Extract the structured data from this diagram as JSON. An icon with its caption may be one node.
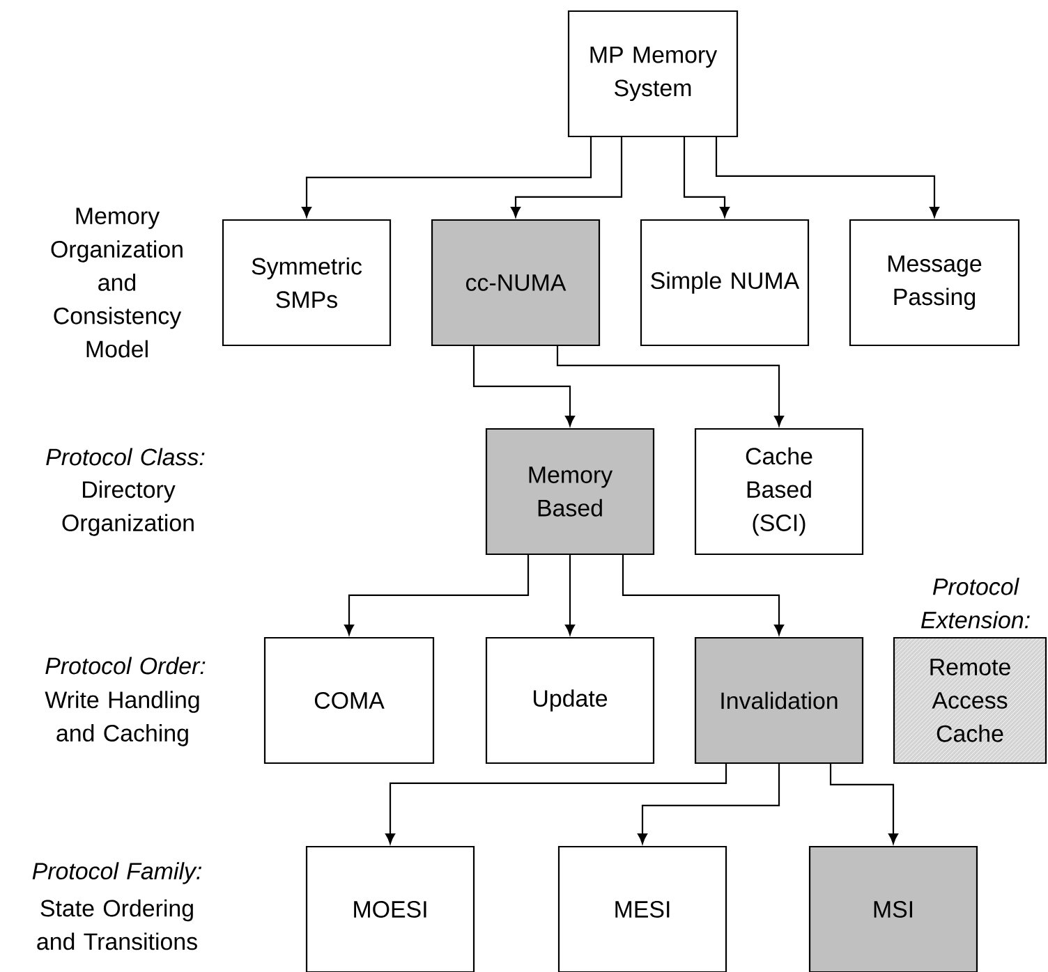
{
  "diagram": {
    "nodes": [
      {
        "text": [
          "MP Memory System"
        ]
      },
      {
        "text": [
          "Symmetric SMPs"
        ]
      },
      {
        "text": [
          "cc-NUMA"
        ]
      },
      {
        "text": [
          "Simple NUMA"
        ]
      },
      {
        "text": [
          "Message Passing"
        ]
      },
      {
        "text": [
          "Memory Based"
        ]
      },
      {
        "text": [
          "Cache Based (SCI)"
        ]
      },
      {
        "text": [
          "COMA"
        ]
      },
      {
        "text": [
          "Update"
        ]
      },
      {
        "text": [
          "Invalidation"
        ]
      },
      {
        "text": [
          "Protocol Extension:",
          "Remote Access Cache"
        ]
      },
      {
        "text": [
          "MOESI"
        ]
      },
      {
        "text": [
          "MESI"
        ]
      },
      {
        "text": [
          "MSI"
        ]
      }
    ],
    "edges": [
      {
        "from": 0,
        "to": 1,
        "arrow": "to"
      },
      {
        "from": 0,
        "to": 2,
        "arrow": "to"
      },
      {
        "from": 0,
        "to": 3,
        "arrow": "to"
      },
      {
        "from": 0,
        "to": 4,
        "arrow": "to"
      },
      {
        "from": 2,
        "to": 5,
        "arrow": "to"
      },
      {
        "from": 2,
        "to": 6,
        "arrow": "to"
      },
      {
        "from": 5,
        "to": 7,
        "arrow": "to"
      },
      {
        "from": 5,
        "to": 8,
        "arrow": "to"
      },
      {
        "from": 5,
        "to": 9,
        "arrow": "to"
      },
      {
        "from": 9,
        "to": 11,
        "arrow": "to"
      },
      {
        "from": 9,
        "to": 12,
        "arrow": "to"
      },
      {
        "from": 9,
        "to": 13,
        "arrow": "to"
      }
    ],
    "labels": [
      "Memory Organization and Consistency Model",
      "Protocol Class:",
      "Directory Organization",
      "Protocol Order:",
      "Write Handling and Caching",
      "Protocol Family:",
      "State Ordering and Transitions"
    ]
  }
}
